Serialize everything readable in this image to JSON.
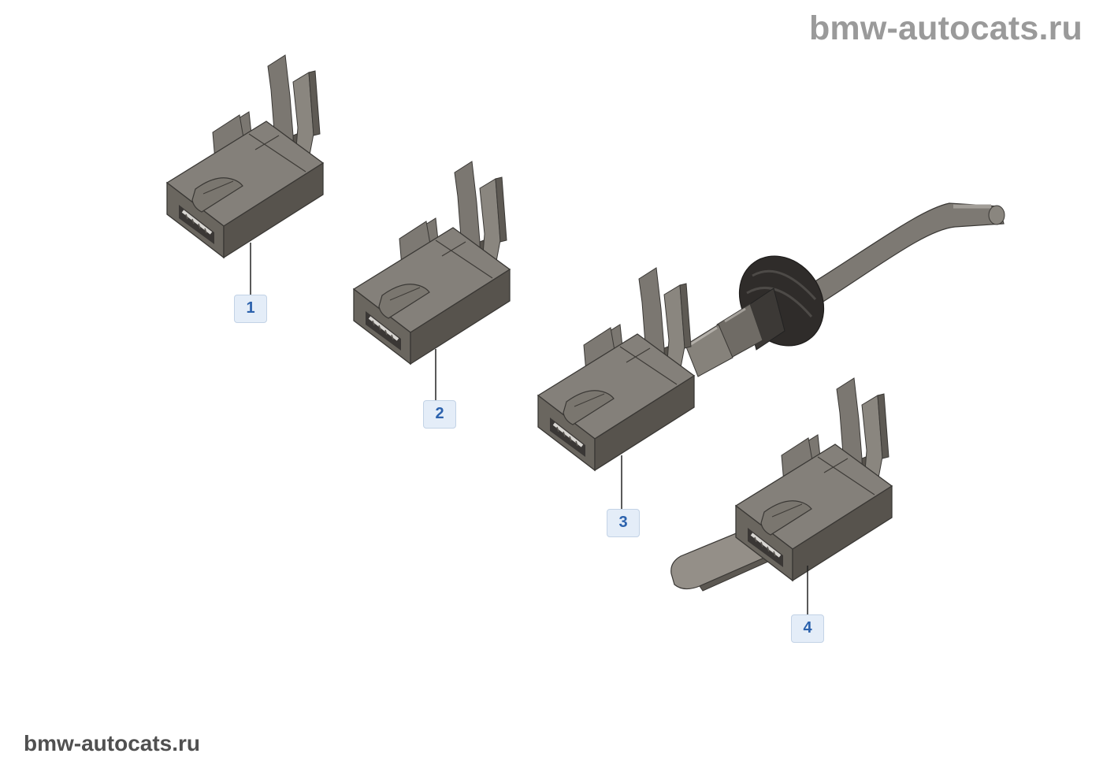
{
  "watermark_top": "bmw-autocats.ru",
  "watermark_bottom": "bmw-autocats.ru",
  "callouts": [
    {
      "label": "1"
    },
    {
      "label": "2"
    },
    {
      "label": "3"
    },
    {
      "label": "4"
    }
  ],
  "colors": {
    "metal_top": "#84807a",
    "metal_front": "#6a665f",
    "metal_side": "#57534d",
    "edge": "#3a3835",
    "callout_bg": "#e4edf8",
    "callout_text": "#2c62ad",
    "leader": "#222222"
  }
}
